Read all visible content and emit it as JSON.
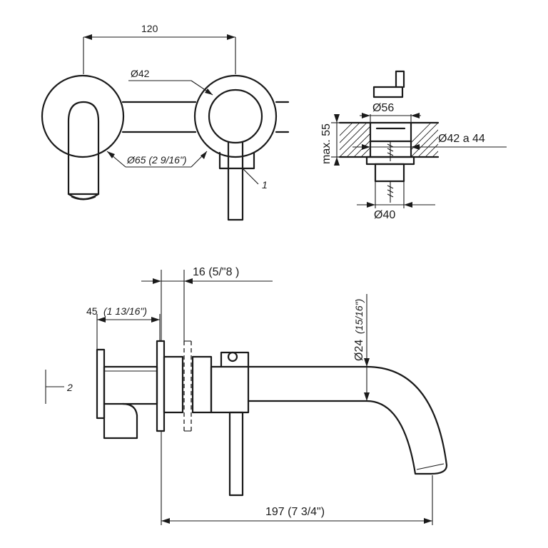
{
  "front_view": {
    "dim_centers": "120",
    "dim_knob": "Ø42",
    "dim_rosette": "Ø65 (2 9/16\")",
    "callout_1": "1"
  },
  "cartridge_view": {
    "dim_cover": "Ø56",
    "dim_hole": "Ø42 a 44",
    "dim_depth": "max. 55",
    "dim_nut": "Ø40"
  },
  "side_view": {
    "dim_wall_gap": "16 (5/\"8 )",
    "dim_body_mm": "45",
    "dim_body_in": "(1 13/16\")",
    "dim_spout_dia_mm": "Ø24",
    "dim_spout_dia_in": "(15/16\")",
    "dim_projection": "197 (7 3/4\")",
    "callout_2": "2"
  }
}
